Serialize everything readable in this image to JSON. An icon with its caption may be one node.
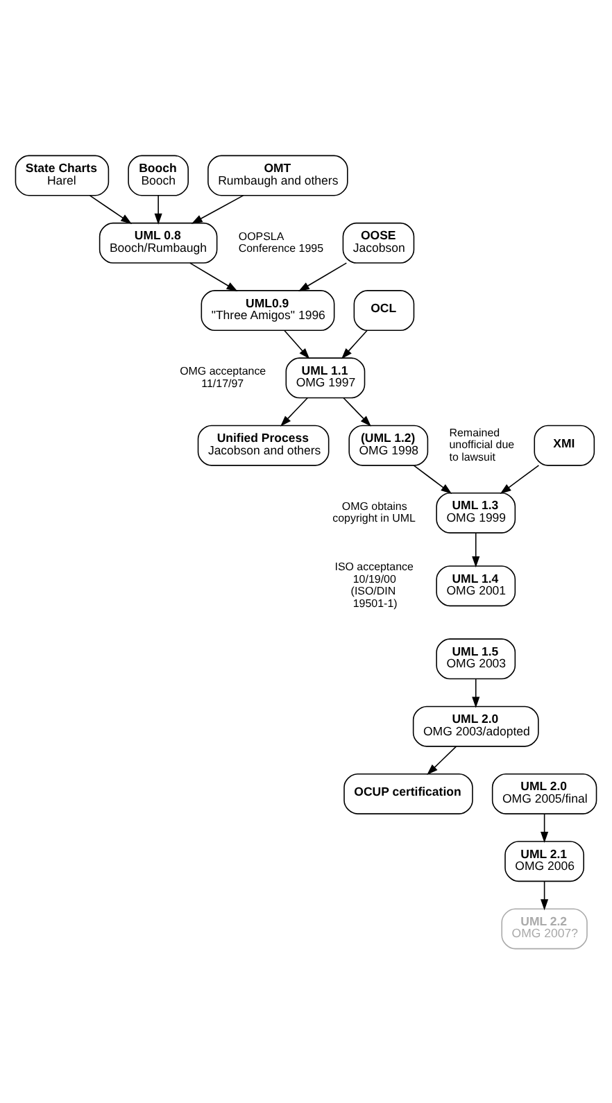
{
  "diagram": {
    "nodes": [
      {
        "text": [
          "State Charts",
          "Harel"
        ]
      },
      {
        "text": [
          "Booch",
          "Booch"
        ]
      },
      {
        "text": [
          "OMT",
          "Rumbaugh and others"
        ]
      },
      {
        "text": [
          "OOSE",
          "Jacobson"
        ]
      },
      {
        "text": [
          "UML 0.8",
          "Booch/Rumbaugh"
        ],
        "beside": [
          "OOPSLA Conference 1995"
        ]
      },
      {
        "text": [
          "UML0.9",
          "\"Three Amigos\" 1996"
        ]
      },
      {
        "text": [
          "OCL"
        ]
      },
      {
        "text": [
          "UML 1.1",
          "OMG 1997"
        ],
        "beside": [
          "OMG acceptance 11/17/97"
        ]
      },
      {
        "text": [
          "Unified Process",
          "Jacobson and others"
        ]
      },
      {
        "text": [
          "(UML 1.2)",
          "OMG 1998"
        ],
        "beside": [
          "Remained unofficial due to lawsuit"
        ]
      },
      {
        "text": [
          "XMI"
        ]
      },
      {
        "text": [
          "UML 1.3",
          "OMG 1999"
        ],
        "beside": [
          "OMG obtains copyright in UML",
          "ISO acceptance 10/19/00 (ISO/DIN 19501-1)"
        ]
      },
      {
        "text": [
          "UML 1.4",
          "OMG 2001"
        ]
      },
      {
        "text": [
          "UML 1.5",
          "OMG 2003"
        ]
      },
      {
        "text": [
          "OCUP certification"
        ]
      },
      {
        "text": [
          "UML 2.0",
          "OMG 2003/adopted"
        ]
      },
      {
        "text": [
          "UML 2.0",
          "OMG 2005/final"
        ]
      },
      {
        "text": [
          "UML 2.1",
          "OMG 2006"
        ]
      },
      {
        "text": [
          "UML 2.2",
          "OMG 2007?"
        ]
      }
    ],
    "edges": [
      {
        "from": 0,
        "to": 4,
        "arrow": "to"
      },
      {
        "from": 1,
        "to": 4,
        "arrow": "to"
      },
      {
        "from": 2,
        "to": 4,
        "arrow": "to"
      },
      {
        "from": 3,
        "to": 5,
        "arrow": "to"
      },
      {
        "from": 4,
        "to": 5,
        "arrow": "to"
      },
      {
        "from": 5,
        "to": 7,
        "arrow": "to"
      },
      {
        "from": 6,
        "to": 7,
        "arrow": "to"
      },
      {
        "from": 7,
        "to": 8,
        "arrow": "to"
      },
      {
        "from": 7,
        "to": 9,
        "arrow": "to"
      },
      {
        "from": 9,
        "to": 11,
        "arrow": "to"
      },
      {
        "from": 10,
        "to": 11,
        "arrow": "to"
      },
      {
        "from": 11,
        "to": 12,
        "arrow": "to"
      },
      {
        "from": 13,
        "to": 15,
        "arrow": "to"
      },
      {
        "from": 15,
        "to": 14,
        "arrow": "to"
      },
      {
        "from": 16,
        "to": 17,
        "arrow": "to"
      },
      {
        "from": 17,
        "to": 18,
        "arrow": "to"
      }
    ]
  }
}
